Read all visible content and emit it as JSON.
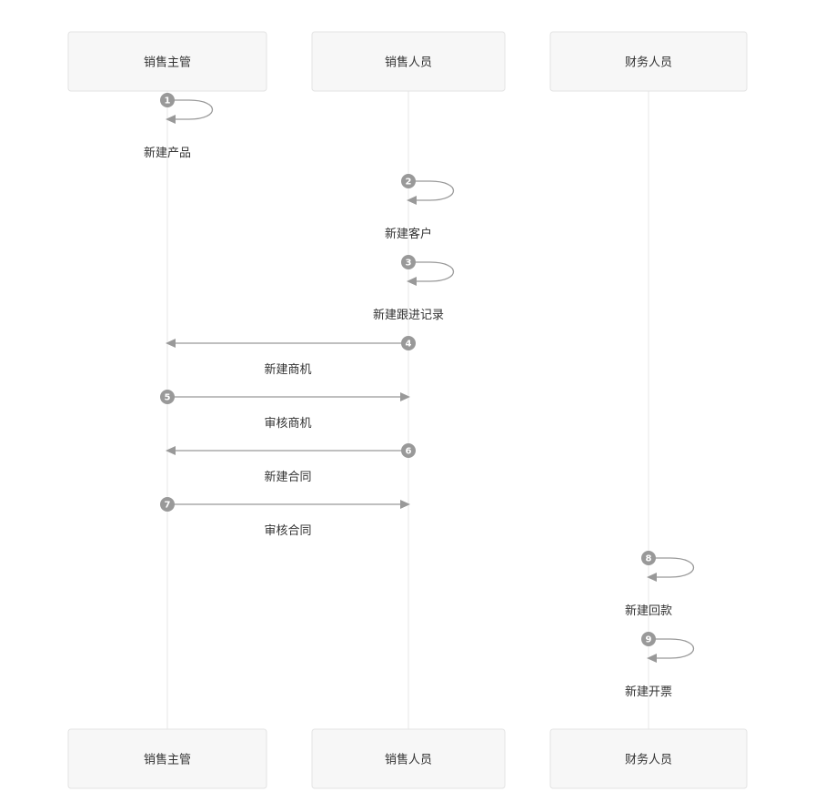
{
  "colors": {
    "actor_fill": "#f7f7f7",
    "actor_border": "#e3e3e3",
    "lifeline": "#efefef",
    "arrow": "#999999",
    "badge": "#999999",
    "text": "#333333"
  },
  "actors": [
    {
      "id": "sales-manager",
      "name": "销售主管"
    },
    {
      "id": "sales-staff",
      "name": "销售人员"
    },
    {
      "id": "finance-staff",
      "name": "财务人员"
    }
  ],
  "messages": [
    {
      "number": "1",
      "from": 0,
      "to": 0,
      "label": "新建产品"
    },
    {
      "number": "2",
      "from": 1,
      "to": 1,
      "label": "新建客户"
    },
    {
      "number": "3",
      "from": 1,
      "to": 1,
      "label": "新建跟进记录"
    },
    {
      "number": "4",
      "from": 1,
      "to": 0,
      "label": "新建商机"
    },
    {
      "number": "5",
      "from": 0,
      "to": 1,
      "label": "审核商机"
    },
    {
      "number": "6",
      "from": 1,
      "to": 0,
      "label": "新建合同"
    },
    {
      "number": "7",
      "from": 0,
      "to": 1,
      "label": "审核合同"
    },
    {
      "number": "8",
      "from": 2,
      "to": 2,
      "label": "新建回款"
    },
    {
      "number": "9",
      "from": 2,
      "to": 2,
      "label": "新建开票"
    }
  ]
}
